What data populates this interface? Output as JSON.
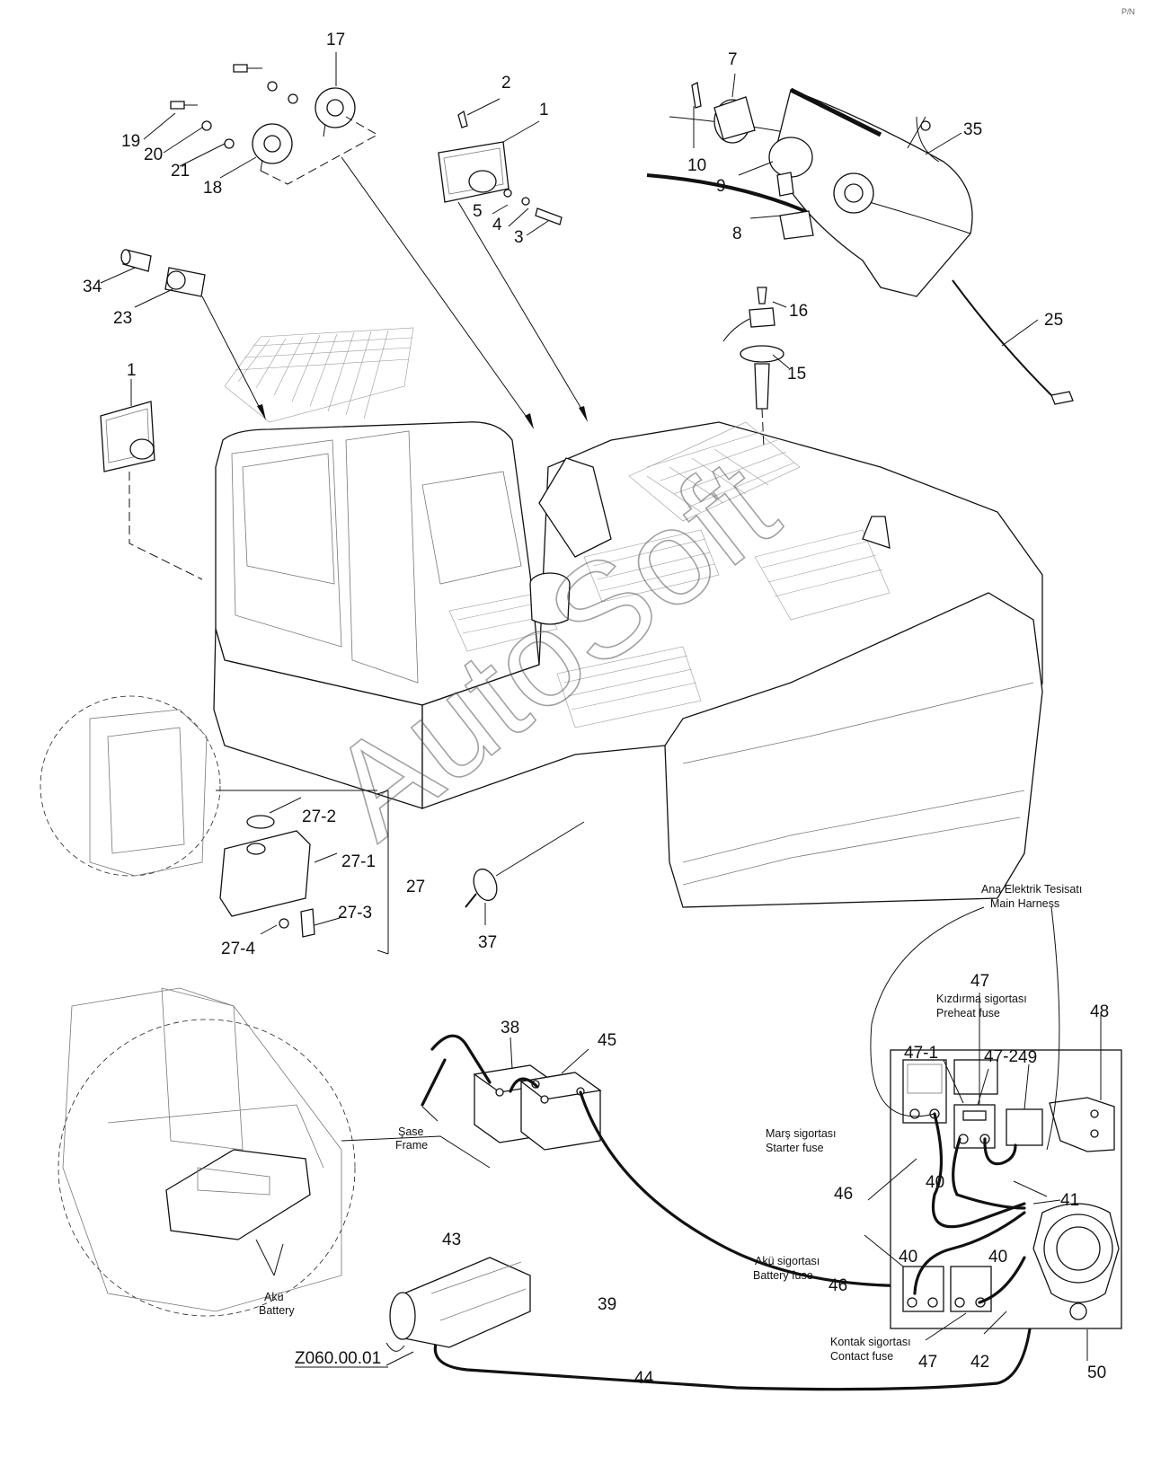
{
  "watermark": "AutoSoft",
  "corner_mark": "P/N",
  "labels": {
    "n17": "17",
    "n2": "2",
    "n1a": "1",
    "n7": "7",
    "n35": "35",
    "n19": "19",
    "n20": "20",
    "n21": "21",
    "n18": "18",
    "n5": "5",
    "n4": "4",
    "n3": "3",
    "n10": "10",
    "n9": "9",
    "n8": "8",
    "n34": "34",
    "n23": "23",
    "n16": "16",
    "n15": "15",
    "n25": "25",
    "n1b": "1",
    "n27_2": "27-2",
    "n27_1": "27-1",
    "n27": "27",
    "n27_3": "27-3",
    "n27_4": "27-4",
    "n37": "37",
    "n47_top": "47",
    "n48": "48",
    "n47_1": "47-1",
    "n47_2": "47-2",
    "n49": "49",
    "n38": "38",
    "n45": "45",
    "n46a": "46",
    "n41": "41",
    "n40a": "40",
    "n40b": "40",
    "n40c": "40",
    "n43": "43",
    "n39": "39",
    "n46b": "46",
    "n47_bot": "47",
    "n42": "42",
    "n50": "50",
    "n44": "44",
    "ref_z060": "Z060.00.01"
  },
  "captions": {
    "main_harness_tr": "Ana Elektrik Tesisatı",
    "main_harness_en": "Main Harness",
    "preheat_tr": "Kızdırma sigortası",
    "preheat_en": "Preheat fuse",
    "starter_tr": "Marş sigortası",
    "starter_en": "Starter fuse",
    "battery_fuse_tr": "Akü sigortası",
    "battery_fuse_en": "Battery fuse",
    "contact_tr": "Kontak sigortası",
    "contact_en": "Contact fuse",
    "frame_tr": "Şase",
    "frame_en": "Frame",
    "battery_tr": "Akü",
    "battery_en": "Battery"
  },
  "icons": [
    "horn-icon",
    "work-light-icon",
    "socket-icon",
    "sensor-icon",
    "washer-tank-icon",
    "battery-icon",
    "fuse-icon",
    "relay-icon",
    "starter-motor-icon",
    "cable-tie-icon"
  ]
}
